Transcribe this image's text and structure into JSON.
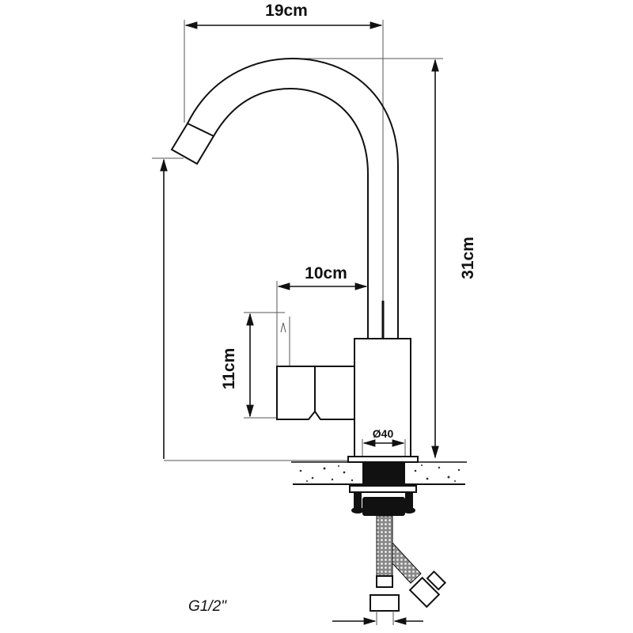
{
  "title": "Faucet dimension drawing",
  "dimensions": {
    "width_spout": "19cm",
    "height_total": "31cm",
    "reach_handle": "10cm",
    "handle_height": "11cm",
    "base_diameter": "Ø40",
    "connection": "G1/2\""
  },
  "colors": {
    "line": "#111111",
    "hose": "#555555"
  }
}
